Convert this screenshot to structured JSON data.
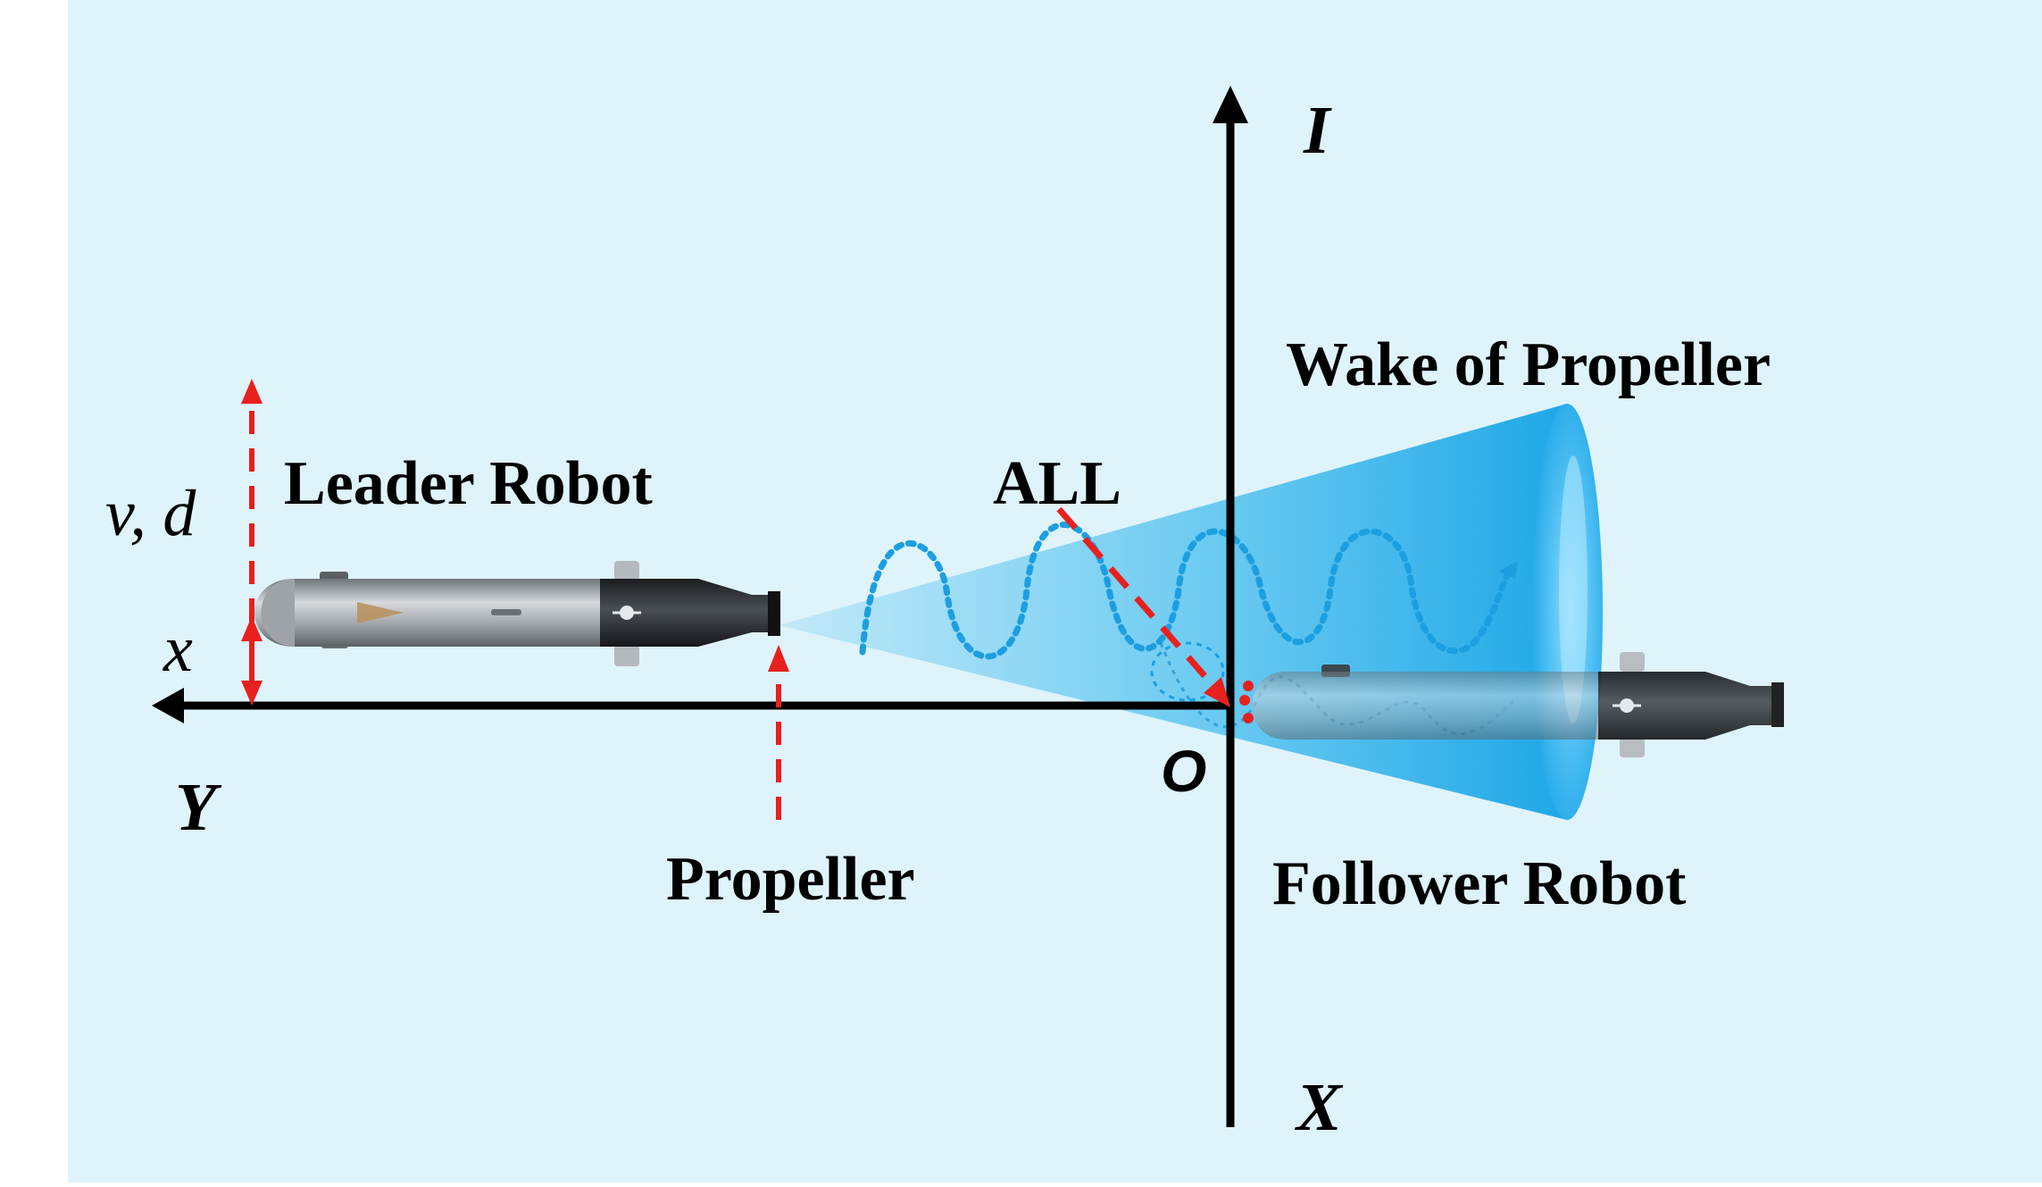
{
  "labels": {
    "leader": "Leader Robot",
    "follower": "Follower Robot",
    "propeller": "Propeller",
    "wake": "Wake of Propeller",
    "all": "ALL",
    "vd": "v, d",
    "x_small": "x",
    "axis_y": "Y",
    "axis_x": "X",
    "axis_i": "I",
    "origin": "O"
  },
  "colors": {
    "background": "#dff3fb",
    "axis": "#000000",
    "dashed_red": "#e8201e",
    "wake_blue": "#19a7e6",
    "wave_blue": "#1c9fe0",
    "robot_gray": "#a9aeb2",
    "robot_dark": "#232629"
  }
}
